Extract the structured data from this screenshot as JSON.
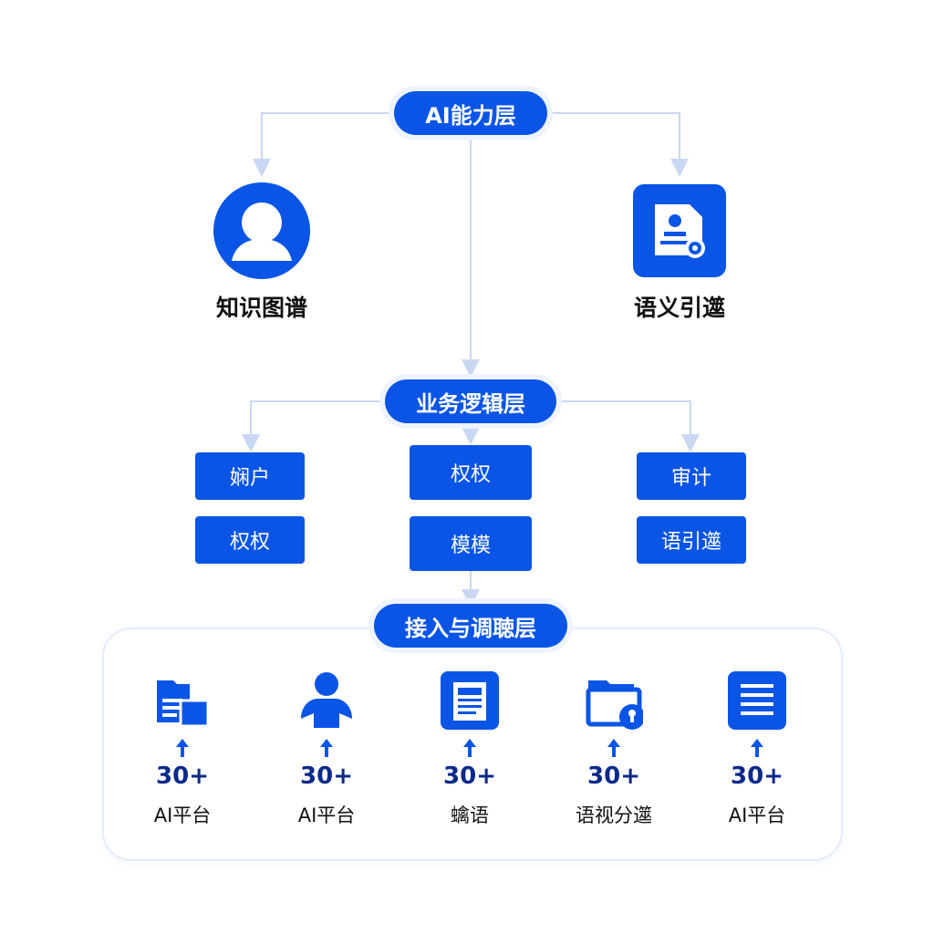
{
  "top": {
    "layer_label": "AI能力层",
    "left_node": {
      "icon": "user-circle-icon",
      "label": "知识图谱"
    },
    "right_node": {
      "icon": "document-badge-icon",
      "label": "语义引遾"
    }
  },
  "middle": {
    "layer_label": "业务逻辑层",
    "left_column": [
      "娴户",
      "权权"
    ],
    "center_column": [
      "权权",
      "模模"
    ],
    "right_column": [
      "审计",
      "语引遾"
    ]
  },
  "bottom": {
    "layer_label": "接入与调聴层",
    "items": [
      {
        "icon": "folder-stack-icon",
        "count": "30+",
        "label": "AI平台"
      },
      {
        "icon": "person-icon",
        "count": "30+",
        "label": "AI平台"
      },
      {
        "icon": "document-icon",
        "count": "30+",
        "label": "蠄语"
      },
      {
        "icon": "locked-folder-icon",
        "count": "30+",
        "label": "语视分遾"
      },
      {
        "icon": "list-icon",
        "count": "30+",
        "label": "AI平台"
      }
    ]
  },
  "colors": {
    "accent": "#0a55e6",
    "line": "#c9d8f2",
    "panel_border": "#e3ecfb",
    "count_text": "#0a2a8a"
  }
}
